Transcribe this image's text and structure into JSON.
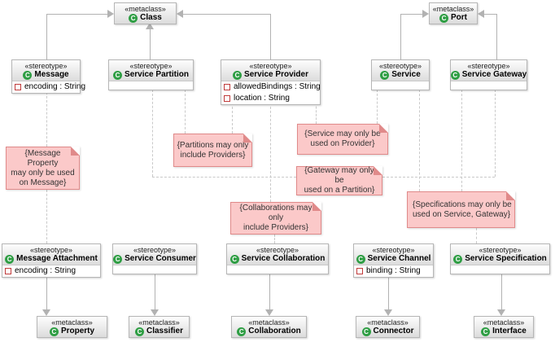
{
  "colors": {
    "icon_green": "#2f9e44",
    "attr_red": "#c03a3a",
    "note_fill": "#fbc9c9",
    "note_border": "#e08a8a",
    "line_solid": "#b2b2b2",
    "line_dashed": "#c9c9c9",
    "box_border": "#b6b6b6"
  },
  "icons": {
    "class_letter": "C"
  },
  "boxes": {
    "class": {
      "kind": "«metaclass»",
      "name": "Class"
    },
    "port": {
      "kind": "«metaclass»",
      "name": "Port"
    },
    "message": {
      "kind": "«stereotype»",
      "name": "Message",
      "attrs": [
        "encoding : String"
      ]
    },
    "service_partition": {
      "kind": "«stereotype»",
      "name": "Service Partition"
    },
    "service_provider": {
      "kind": "«stereotype»",
      "name": "Service Provider",
      "attrs": [
        "allowedBindings : String",
        "location : String"
      ]
    },
    "service": {
      "kind": "«stereotype»",
      "name": "Service"
    },
    "service_gateway": {
      "kind": "«stereotype»",
      "name": "Service Gateway"
    },
    "message_attachment": {
      "kind": "«stereotype»",
      "name": "Message Attachment",
      "attrs": [
        "encoding : String"
      ]
    },
    "service_consumer": {
      "kind": "«stereotype»",
      "name": "Service Consumer"
    },
    "service_collaboration": {
      "kind": "«stereotype»",
      "name": "Service Collaboration"
    },
    "service_channel": {
      "kind": "«stereotype»",
      "name": "Service Channel",
      "attrs": [
        "binding : String"
      ]
    },
    "service_specification": {
      "kind": "«stereotype»",
      "name": "Service Specification"
    },
    "property": {
      "kind": "«metaclass»",
      "name": "Property"
    },
    "classifier": {
      "kind": "«metaclass»",
      "name": "Classifier"
    },
    "collaboration": {
      "kind": "«metaclass»",
      "name": "Collaboration"
    },
    "connector": {
      "kind": "«metaclass»",
      "name": "Connector"
    },
    "interface": {
      "kind": "«metaclass»",
      "name": "Interface"
    }
  },
  "notes": {
    "message_property": "{Message Property\nmay only be used\non Message}",
    "partitions": "{Partitions may only\ninclude Providers}",
    "service_use": "{Service may only be\nused on Provider}",
    "gateway_use": "{Gateway may only be\nused on a Partition}",
    "collaborations": "{Collaborations may only\ninclude Providers}",
    "specifications": "{Specifications may only be\nused on Service, Gateway}"
  }
}
